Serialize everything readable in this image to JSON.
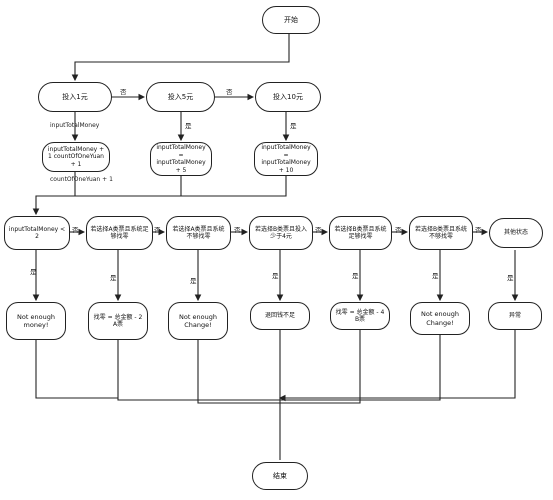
{
  "nodes": {
    "start": "开始",
    "insert1": "投入1元",
    "insert5": "投入5元",
    "insert10": "投入10元",
    "calc1": "inputTotalMoney + 1 countOfOneYuan + 1",
    "calc5": "inputTotalMoney = inputTotalMoney + 5",
    "calc10": "inputTotalMoney = inputTotalMoney + 10",
    "cond_lt2": "inputTotalMoney < 2",
    "cond_a_enough": "若选择A类票且系统足够找零",
    "cond_a_notenough": "若选择A类票且系统不够找零",
    "cond_b_less4": "若选择B类票且投入少于4元",
    "cond_b_enough": "若选择B类票且系统足够找零",
    "cond_b_notenough": "若选择B类票且系统不够找零",
    "cond_other": "其他状态",
    "res_not_enough_money": "Not enough money!",
    "res_change_a": "找零 = 总金额 - 2 A票",
    "res_not_enough_change_a": "Not enough Change!",
    "res_refund": "退回钱不足",
    "res_change_b": "找零 = 总金额 - 4 B票",
    "res_not_enough_change_b": "Not enough Change!",
    "res_abnormal": "异常",
    "end": "结束"
  },
  "labels": {
    "calc1_top": "inputTotalMoney",
    "calc1_bottom": "countOfOneYuan + 1"
  },
  "edge_labels": {
    "no": "否",
    "yes": "是"
  },
  "colors": {
    "stroke": "#222222",
    "background": "#ffffff"
  }
}
